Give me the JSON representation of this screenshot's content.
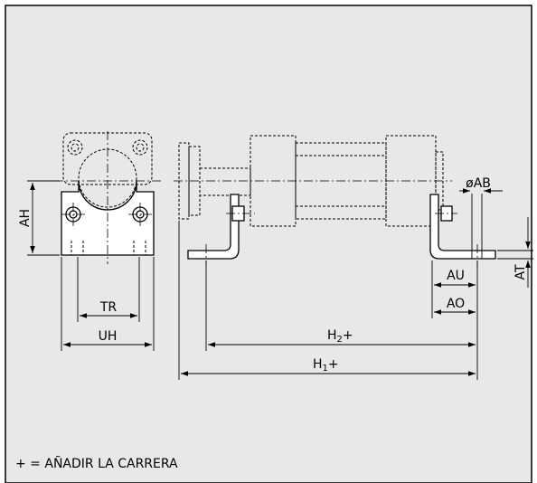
{
  "labels": {
    "AH": "AH",
    "TR": "TR",
    "UH": "UH",
    "AB": "øAB",
    "AU": "AU",
    "AO": "AO",
    "AT": "AT",
    "H2": "H",
    "H2_sub": "2",
    "H1": "H",
    "H1_sub": "1",
    "plus": "+"
  },
  "note": "+ = AÑADIR LA CARRERA",
  "colors": {
    "background": "#e8e8e8",
    "line": "#000000",
    "part_fill": "#ffffff"
  }
}
